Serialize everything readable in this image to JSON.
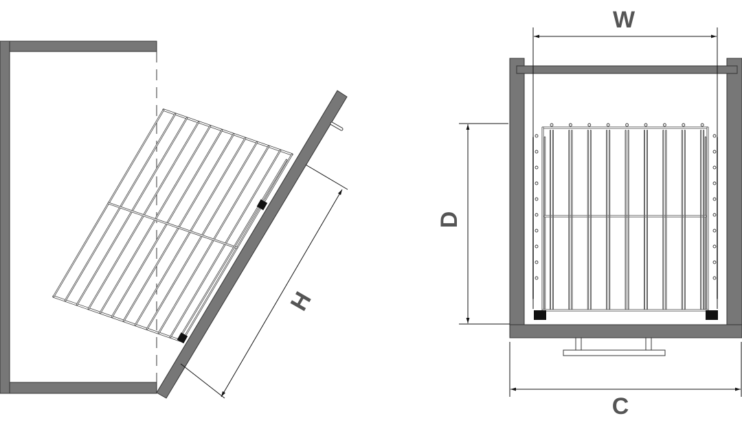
{
  "labels": {
    "height": "H",
    "width": "W",
    "depth": "D",
    "cabinet": "C"
  },
  "colors": {
    "panel": "#777777",
    "wire": "#444444",
    "line": "#111111",
    "clip": "#111111"
  }
}
